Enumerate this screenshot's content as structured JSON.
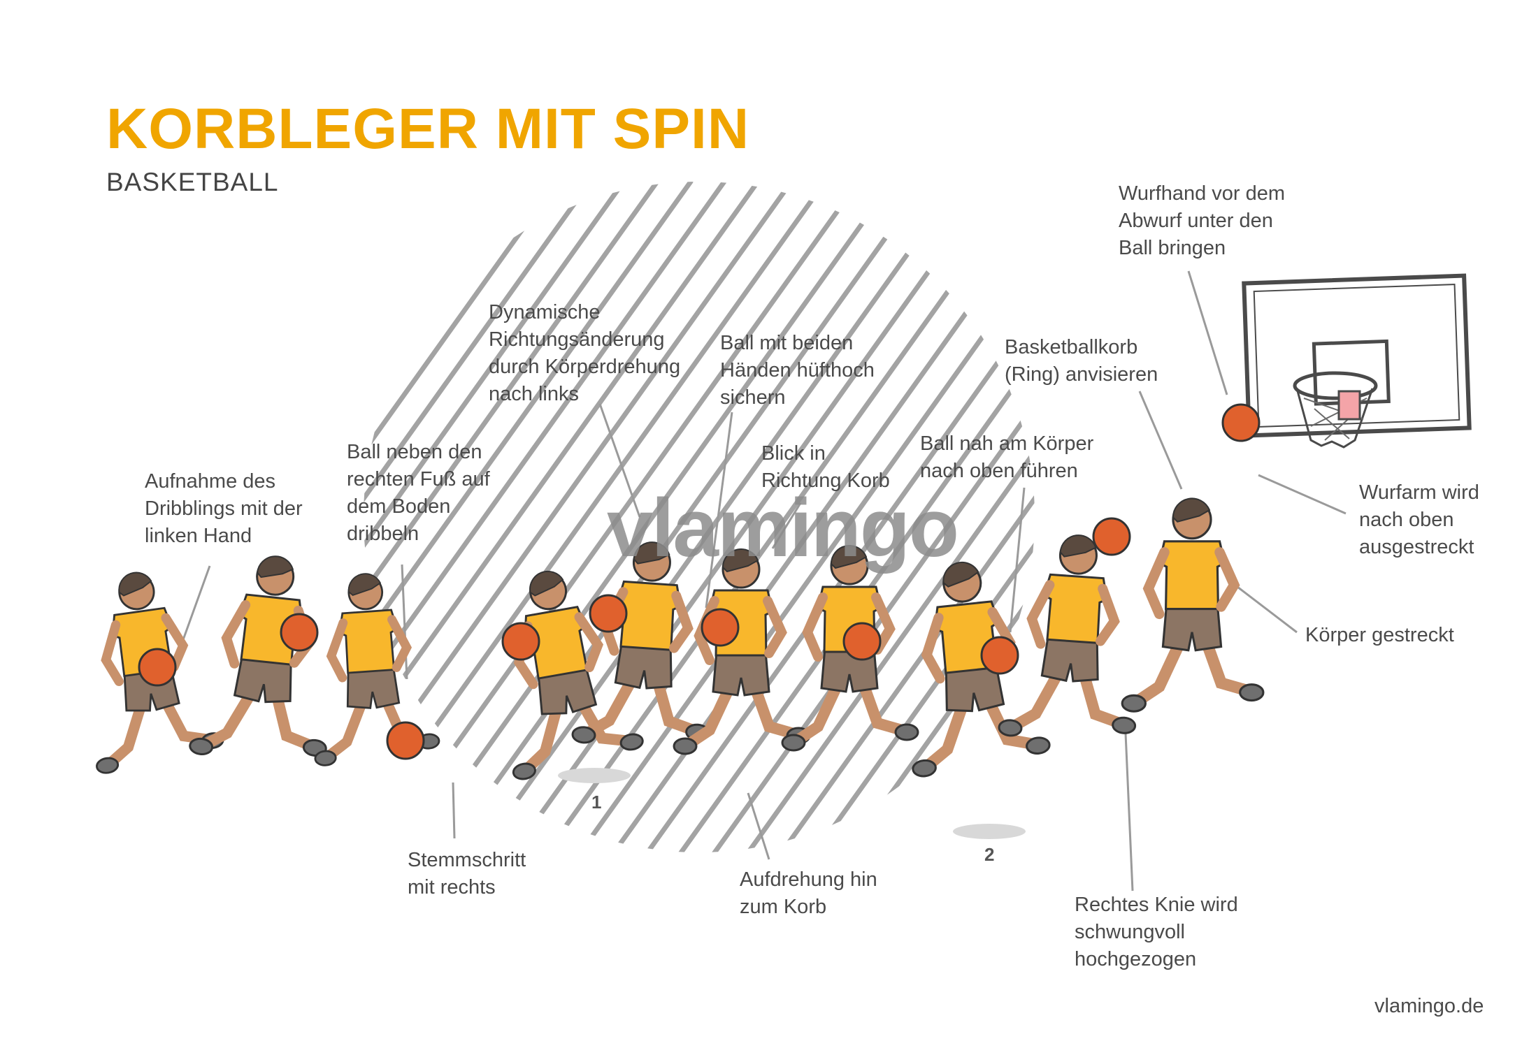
{
  "title": "KORBLEGER MIT SPIN",
  "subtitle": "BASKETBALL",
  "watermark": "vlamingo",
  "footer": "vlamingo.de",
  "step_numbers": [
    "1",
    "2"
  ],
  "annotations": {
    "aufnahme": [
      "Aufnahme des",
      "Dribblings mit der",
      "linken Hand"
    ],
    "ball_neben": [
      "Ball neben den",
      "rechten Fuß auf",
      "dem Boden",
      "dribbeln"
    ],
    "stemmschritt": [
      "Stemmschritt",
      "mit rechts"
    ],
    "dynamische": [
      "Dynamische",
      "Richtungsänderung",
      "durch Körperdrehung",
      "nach links"
    ],
    "ball_beiden": [
      "Ball mit beiden",
      "Händen hüfthoch",
      "sichern"
    ],
    "blick": [
      "Blick in",
      "Richtung Korb"
    ],
    "aufdrehung": [
      "Aufdrehung hin",
      "zum Korb"
    ],
    "ball_nah": [
      "Ball nah am Körper",
      "nach oben führen"
    ],
    "basketballkorb": [
      "Basketballkorb",
      "(Ring) anvisieren"
    ],
    "rechtes_knie": [
      "Rechtes Knie wird",
      "schwungvoll",
      "hochgezogen"
    ],
    "wurfhand": [
      "Wurfhand vor dem",
      "Abwurf unter den",
      "Ball bringen"
    ],
    "wurfarm": [
      "Wurfarm wird",
      "nach oben",
      "ausgestreckt"
    ],
    "koerper": [
      "Körper gestreckt"
    ]
  },
  "colors": {
    "title": "#f0a500",
    "shirt": "#f8b72c",
    "shorts": "#8c7564",
    "skin": "#c8916b",
    "hair": "#5a4a3f",
    "shoe": "#6f6f6f",
    "ball": "#e0612d",
    "hatch": "#9a9a9a",
    "leader": "#9a9a9a",
    "text": "#4a4a4a"
  }
}
